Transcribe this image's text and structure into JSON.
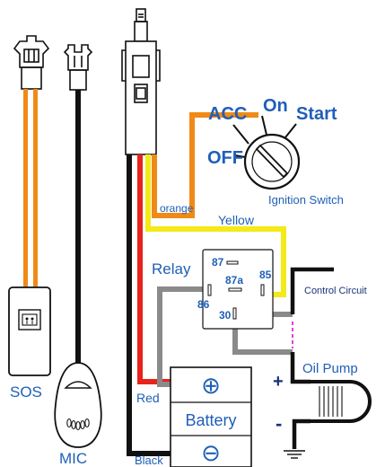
{
  "diagram": {
    "ignition": {
      "acc": "ACC",
      "on": "On",
      "start": "Start",
      "off": "OFF",
      "title": "Ignition Switch"
    },
    "wires": {
      "orange": "orange",
      "yellow": "Yellow",
      "red": "Red",
      "black": "Black"
    },
    "relay": {
      "title": "Relay",
      "pin87": "87",
      "pin87a": "87a",
      "pin85": "85",
      "pin86": "86",
      "pin30": "30"
    },
    "control_circuit": "Control Circuit",
    "oil_pump": "Oil Pump",
    "oil_pump_plus": "+",
    "oil_pump_minus": "-",
    "battery": {
      "label": "Battery",
      "plus": "⊕",
      "minus": "⊖"
    },
    "sos": "SOS",
    "mic": "MIC",
    "colors": {
      "orange_wire": "#f08a17",
      "yellow_wire": "#f3ea18",
      "red_wire": "#e8231c",
      "black_wire": "#111111",
      "gray_wire": "#8a8a8a",
      "label_blue": "#1f5fb8"
    }
  }
}
